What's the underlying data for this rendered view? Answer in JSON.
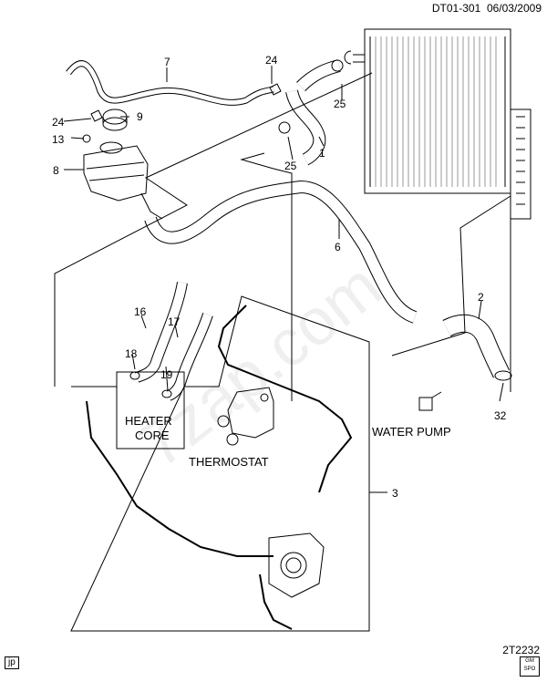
{
  "header": {
    "code": "DT01-301",
    "date": "06/03/2009"
  },
  "footer": {
    "ref": "2T2232",
    "locale": "jp",
    "logo_text": "GM SPO"
  },
  "watermark": "7zap.com",
  "callouts": {
    "c1": "1",
    "c2": "2",
    "c3": "3",
    "c6": "6",
    "c7": "7",
    "c8": "8",
    "c9": "9",
    "c13": "13",
    "c16": "16",
    "c17": "17",
    "c18": "18",
    "c19": "19",
    "c24a": "24",
    "c24b": "24",
    "c25a": "25",
    "c25b": "25",
    "c32": "32"
  },
  "labels": {
    "heater_line1": "HEATER",
    "heater_line2": "CORE",
    "thermostat": "THERMOSTAT",
    "water_pump": "WATER PUMP"
  }
}
